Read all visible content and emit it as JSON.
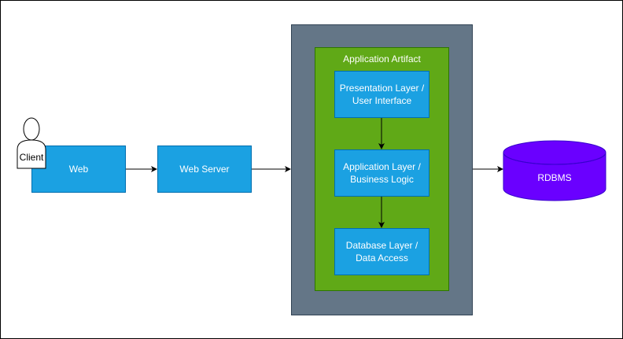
{
  "nodes": {
    "client": "Client",
    "web": "Web",
    "web_server": "Web Server",
    "artifact": "Application Artifact",
    "presentation": [
      "Presentation Layer /",
      "User Interface"
    ],
    "application": [
      "Application Layer /",
      "Business Logic"
    ],
    "database": [
      "Database Layer /",
      "Data Access"
    ],
    "rdbms": "RDBMS"
  },
  "colors": {
    "box_fill": "#1ba1e2",
    "box_stroke": "#006eaf",
    "container_fill": "#647687",
    "artifact_fill": "#60a917",
    "rdbms_fill": "#6a00ff",
    "rdbms_stroke": "#3700cc"
  }
}
